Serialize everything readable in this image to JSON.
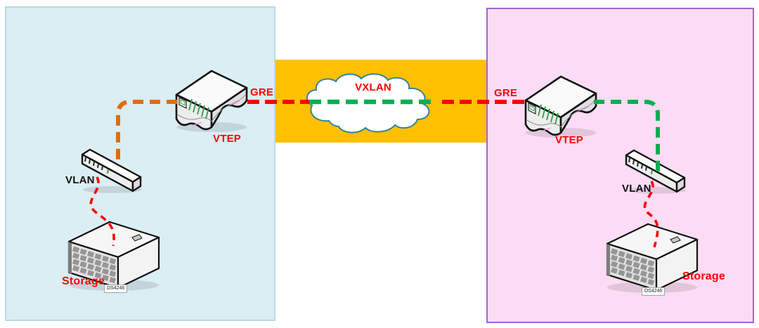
{
  "sites": {
    "left": {
      "tunnel_label": "GRE",
      "router_label": "VTEP",
      "switch_label": "VLAN",
      "storage_label": "Storage",
      "storage_model": "DS4246"
    },
    "right": {
      "tunnel_label": "GRE",
      "router_label": "VTEP",
      "switch_label": "VLAN",
      "storage_label": "Storage",
      "storage_model": "DS4246"
    }
  },
  "wan": {
    "cloud_label": "VXLAN"
  },
  "colors": {
    "site_left_fill": "#DAEEF3",
    "site_left_border": "#B8D9E2",
    "site_right_fill": "#FBDCF4",
    "site_right_border": "#A166CE",
    "wan_band": "#FFC000",
    "cloud_fill": "#FFFFFF",
    "cloud_border": "#31849B",
    "gre_link": "#FF0000",
    "vxlan_link": "#00B050",
    "vlan_link_left": "#E36C0A",
    "vlan_link_right": "#00B050",
    "storage_link": "#FF0000"
  },
  "icons": {
    "router": "router-icon",
    "switch": "switch-icon",
    "storage": "storage-icon",
    "cloud": "cloud-icon"
  }
}
